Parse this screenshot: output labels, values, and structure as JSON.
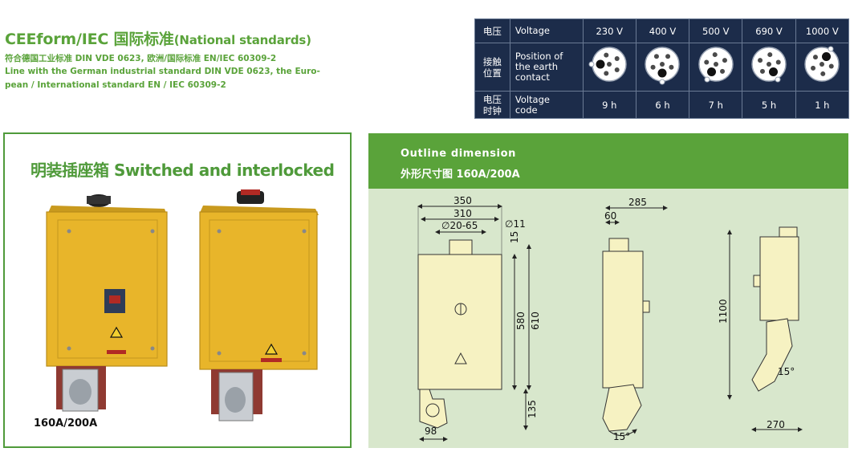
{
  "header": {
    "title_main": "CEEform/IEC 国际标准",
    "title_suffix": "(National standards)",
    "line1": "符合德国工业标准 DIN VDE  0623, 欧洲/国际标准 EN/IEC 60309-2",
    "line2": "Line with the German industrial standard DIN VDE 0623, the Euro-",
    "line3": "pean / International standard EN / IEC 60309-2"
  },
  "table": {
    "row1": {
      "cn": "电压",
      "en": "Voltage",
      "values": [
        "230 V",
        "400 V",
        "500 V",
        "690 V",
        "1000 V"
      ]
    },
    "row2": {
      "cn1": "接触",
      "cn2": "位置",
      "en1": "Position of",
      "en2": "the earth",
      "en3": "contact"
    },
    "row3": {
      "cn1": "电压",
      "cn2": "时钟",
      "en1": "Voltage",
      "en2": "code",
      "values": [
        "9 h",
        "6 h",
        "7 h",
        "5 h",
        "1 h"
      ]
    },
    "earth_positions_h": [
      9,
      6,
      7,
      5,
      1
    ]
  },
  "left_panel": {
    "heading": "明装插座箱 Switched and interlocked",
    "caption": "160A/200A"
  },
  "right_panel": {
    "title_en": "Outline dimension",
    "title_cn": "外形尺寸图  160A/200A",
    "dims": {
      "w350": "350",
      "w310": "310",
      "d11": "∅11",
      "d2065": "∅20-65",
      "h15": "15",
      "h580": "580",
      "h610": "610",
      "h135": "135",
      "w98": "98",
      "a15a": "15°",
      "d285": "285",
      "d60": "60",
      "h1100": "1100",
      "a15b": "15°",
      "w270": "270"
    }
  },
  "colors": {
    "green": "#5aa33a",
    "table_bg": "#1c2c4a",
    "panel_bg": "#d8e7cc",
    "box_yellow": "#e8b52a",
    "drawing_fill": "#f6f2c2"
  }
}
